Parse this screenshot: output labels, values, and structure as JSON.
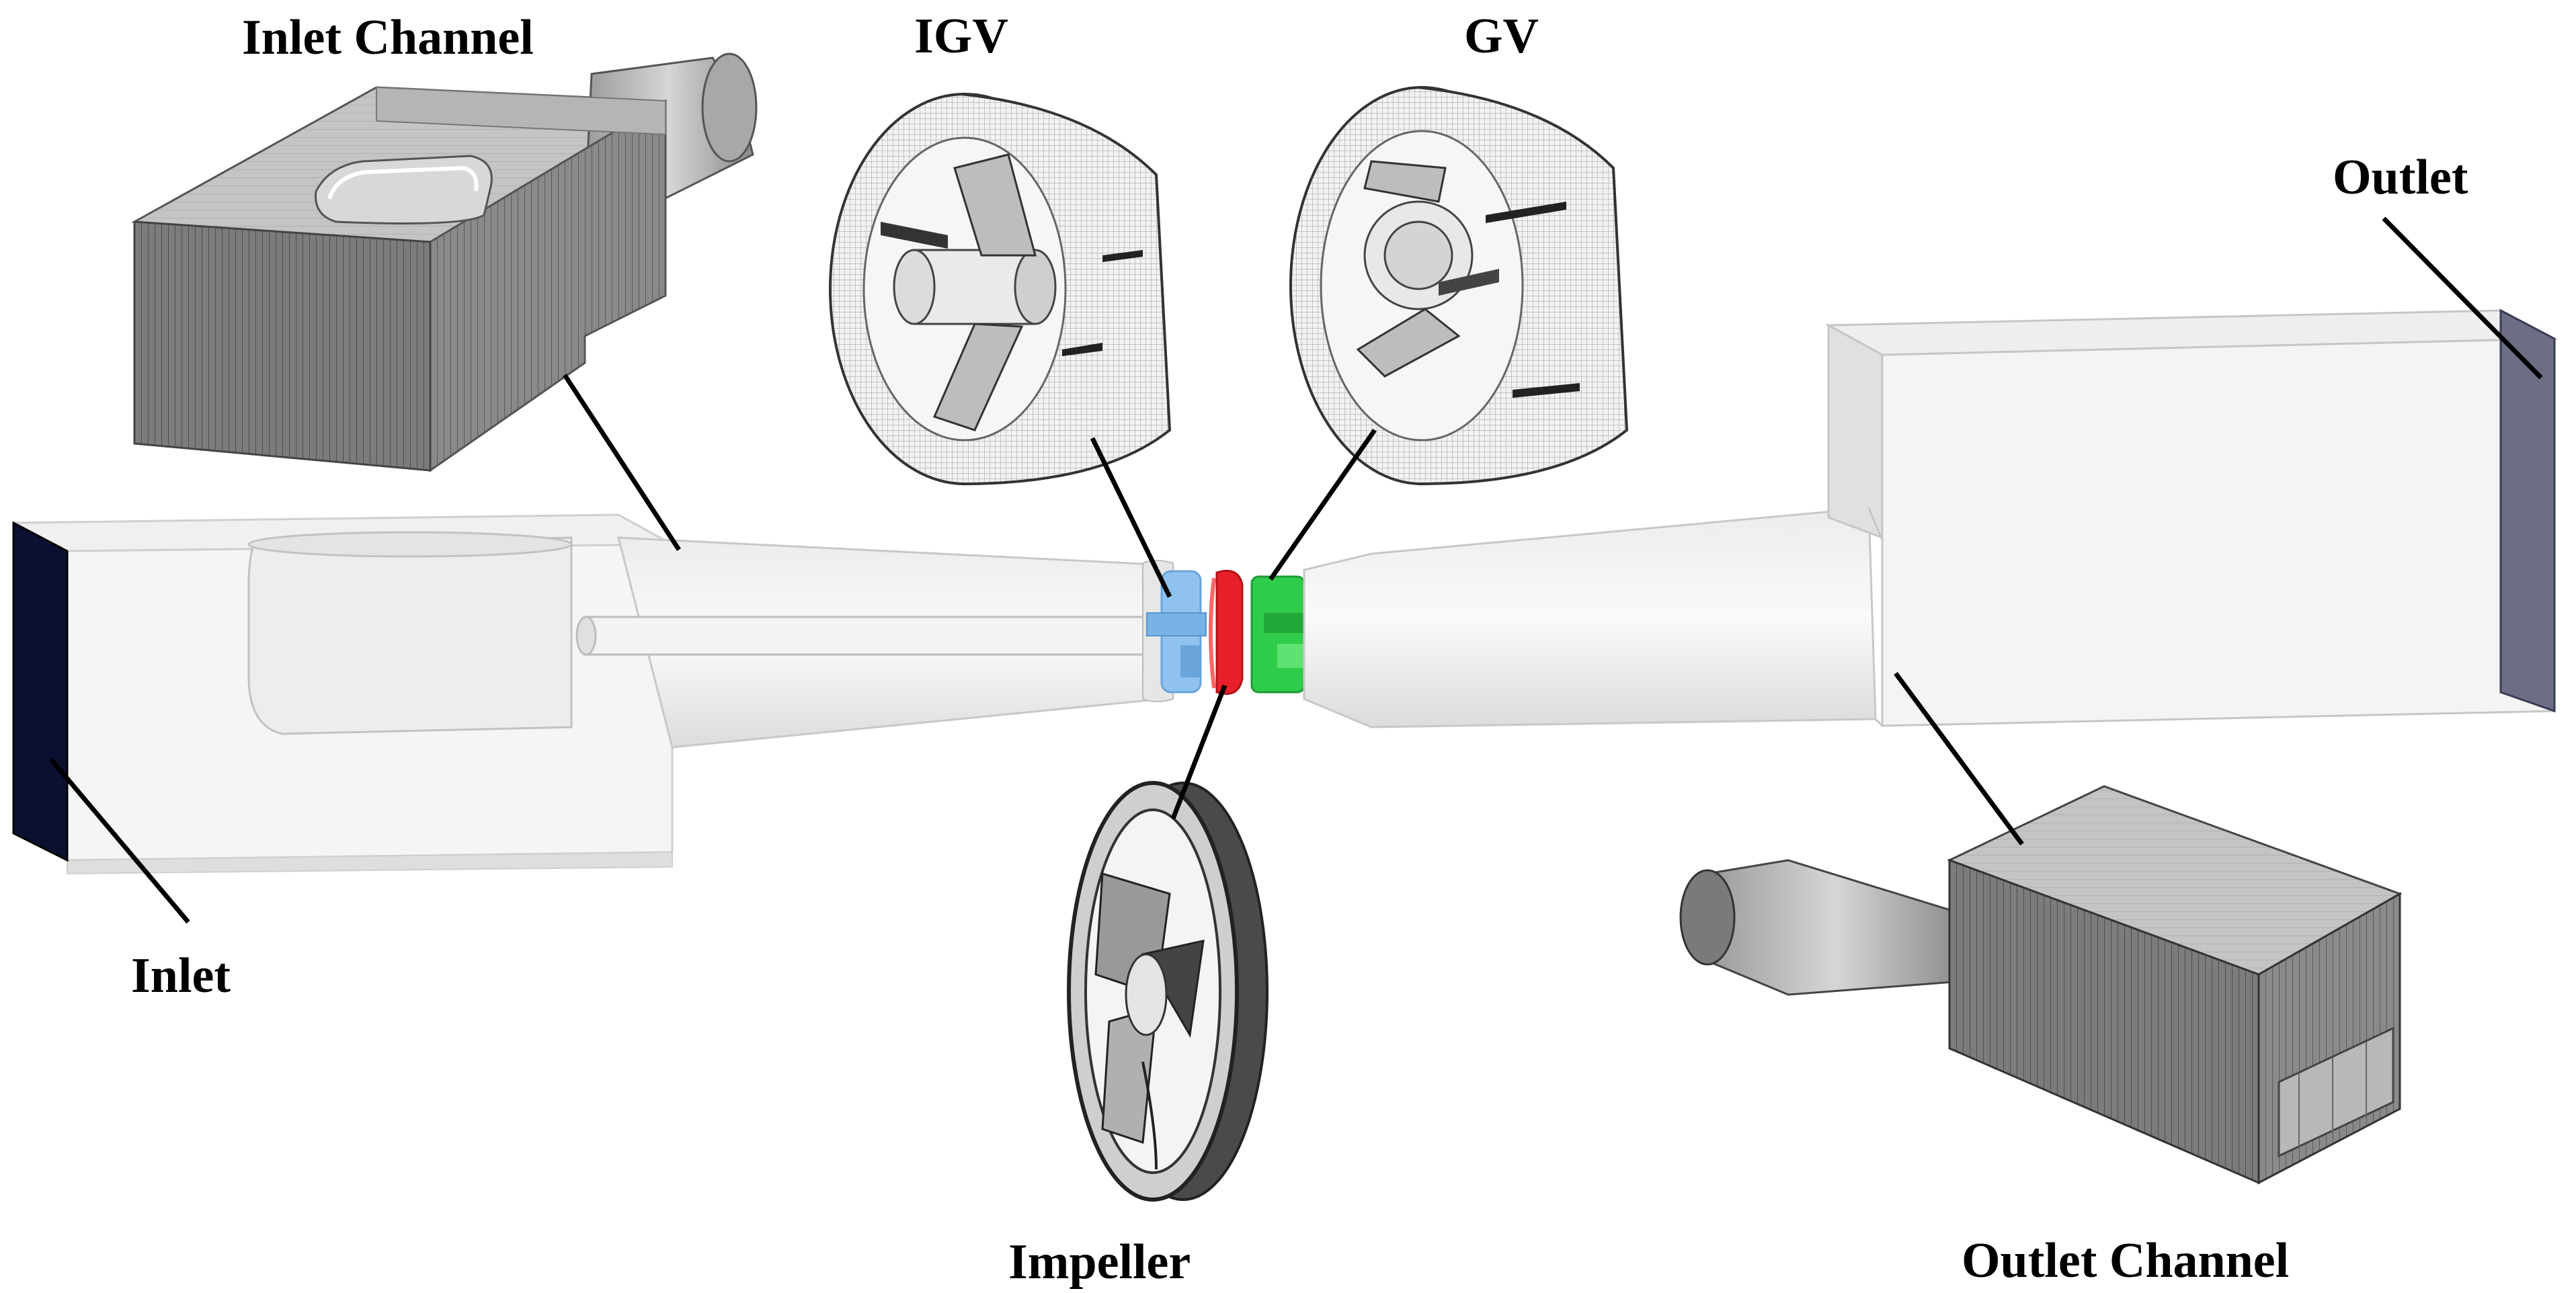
{
  "labels": {
    "inlet_channel": "Inlet Channel",
    "igv": "IGV",
    "gv": "GV",
    "outlet": "Outlet",
    "inlet": "Inlet",
    "impeller": "Impeller",
    "outlet_channel": "Outlet Channel"
  },
  "colors": {
    "igv_region": "#8fc2ef",
    "impeller_region": "#e8202a",
    "gv_region": "#2ecc4a",
    "inlet_face": "#0c1030",
    "outlet_face": "#6c6e86"
  }
}
